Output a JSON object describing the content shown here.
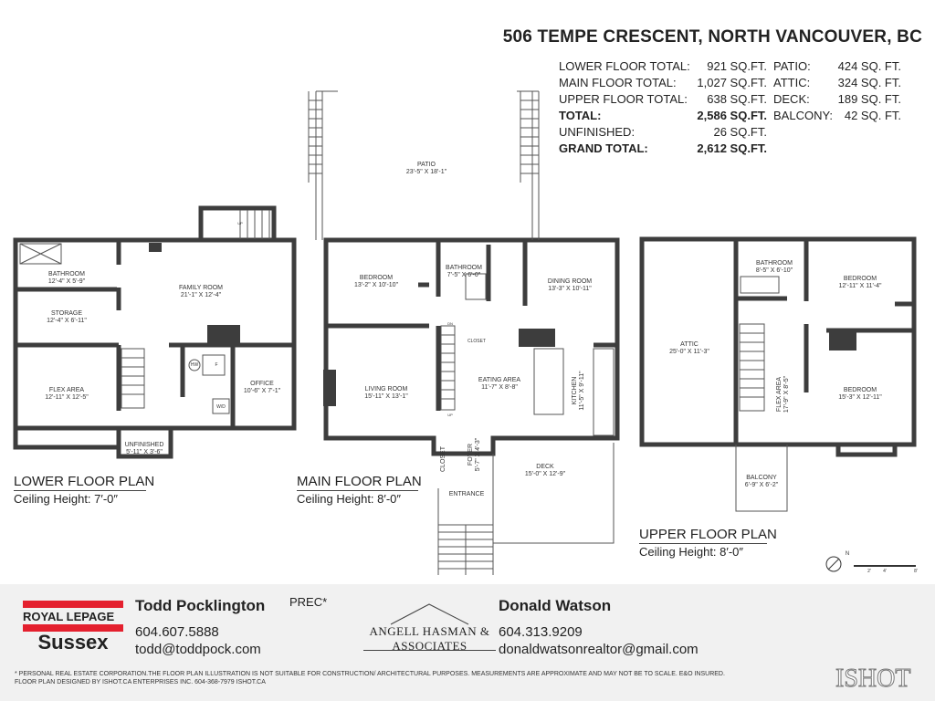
{
  "header": {
    "address": "506 TEMPE CRESCENT, NORTH VANCOUVER, BC",
    "totals": [
      {
        "label": "LOWER FLOOR TOTAL:",
        "value": "921 SQ.FT.",
        "bold": false
      },
      {
        "label": "MAIN FLOOR TOTAL:",
        "value": "1,027 SQ.FT.",
        "bold": false
      },
      {
        "label": "UPPER FLOOR TOTAL:",
        "value": "638 SQ.FT.",
        "bold": false
      },
      {
        "label": "TOTAL:",
        "value": "2,586 SQ.FT.",
        "bold": true
      },
      {
        "label": "UNFINISHED:",
        "value": "26 SQ.FT.",
        "bold": false
      },
      {
        "label": "GRAND TOTAL:",
        "value": "2,612 SQ.FT.",
        "bold": true
      }
    ],
    "extras": [
      {
        "label": "PATIO:",
        "value": "424 SQ. FT."
      },
      {
        "label": "ATTIC:",
        "value": "324 SQ. FT."
      },
      {
        "label": "DECK:",
        "value": "189 SQ. FT."
      },
      {
        "label": "BALCONY:",
        "value": "42 SQ. FT."
      }
    ]
  },
  "lower": {
    "title": "LOWER FLOOR PLAN",
    "ceiling": "Ceiling Height: 7′-0″",
    "rooms": [
      {
        "name": "BATHROOM",
        "dims": "12'-4\" X 5'-9\""
      },
      {
        "name": "STORAGE",
        "dims": "12'-4\" X 6'-11\""
      },
      {
        "name": "FLEX AREA",
        "dims": "12'-11\" X 12'-5\""
      },
      {
        "name": "FAMILY ROOM",
        "dims": "21'-1\" X 12'-4\""
      },
      {
        "name": "OFFICE",
        "dims": "10'-6\" X 7'-1\""
      },
      {
        "name": "UNFINISHED",
        "dims": "5'-11\" X 3'-6\""
      }
    ],
    "fixtures": {
      "hw": "HW",
      "f": "F",
      "wd": "W/D",
      "up": "UP"
    }
  },
  "main": {
    "title": "MAIN FLOOR PLAN",
    "ceiling": "Ceiling Height: 8′-0″",
    "rooms": [
      {
        "name": "PATIO",
        "dims": "23'-5\" X 18'-1\""
      },
      {
        "name": "BEDROOM",
        "dims": "13'-2\" X 10'-10\""
      },
      {
        "name": "BATHROOM",
        "dims": "7'-5\" X 6'-0\""
      },
      {
        "name": "DINING ROOM",
        "dims": "13'-3\" X 10'-11\""
      },
      {
        "name": "CLOSET",
        "dims": ""
      },
      {
        "name": "LIVING ROOM",
        "dims": "15'-11\" X 13'-1\""
      },
      {
        "name": "EATING AREA",
        "dims": "11'-7\" X 8'-8\""
      },
      {
        "name": "KITCHEN",
        "dims": "11'-5\" X 9'-11\""
      },
      {
        "name": "FOYER",
        "dims": "5'-7\" X 4'-3\""
      },
      {
        "name": "CLOSET",
        "dims": ""
      },
      {
        "name": "ENTRANCE",
        "dims": ""
      },
      {
        "name": "DECK",
        "dims": "15'-0\" X 12'-9\""
      }
    ],
    "stairs": {
      "dn": "DN",
      "up": "UP"
    }
  },
  "upper": {
    "title": "UPPER FLOOR PLAN",
    "ceiling": "Ceiling Height: 8′-0″",
    "rooms": [
      {
        "name": "BATHROOM",
        "dims": "8'-5\" X 6'-10\""
      },
      {
        "name": "BEDROOM",
        "dims": "12'-11\" X 11'-4\""
      },
      {
        "name": "ATTIC",
        "dims": "25'-0\" X 11'-3\""
      },
      {
        "name": "FLEX AREA",
        "dims": "17'-9\" X 8'-5\""
      },
      {
        "name": "BEDROOM",
        "dims": "15'-3\" X 12'-11\""
      },
      {
        "name": "BALCONY",
        "dims": "6'-9\" X 6'-2\""
      }
    ],
    "compass": "N",
    "scale": [
      "2'",
      "4'",
      "8'"
    ]
  },
  "footer": {
    "brokerage": {
      "line1": "ROYAL LEPAGE",
      "line2": "Sussex"
    },
    "agent1": {
      "name": "Todd Pocklington",
      "suffix": "PREC*",
      "phone": "604.607.5888",
      "email": "todd@toddpock.com"
    },
    "team_logo": "ANGELL HASMAN & ASSOCIATES",
    "agent2": {
      "name": "Donald Watson",
      "phone": "604.313.9209",
      "email": "donaldwatsonrealtor@gmail.com"
    },
    "disclaimer1": "* PERSONAL REAL ESTATE CORPORATION.THE FLOOR PLAN ILLUSTRATION IS NOT SUITABLE FOR CONSTRUCTION/ ARCHITECTURAL PURPOSES. MEASUREMENTS ARE APPROXIMATE AND MAY NOT BE TO SCALE. E&O INSURED.",
    "disclaimer2": "FLOOR PLAN DESIGNED BY ISHOT.CA ENTERPRISES INC. 604-368-7979  ISHOT.CA",
    "designer_logo": "ISHOT",
    "brand_red": "#e4202e"
  }
}
